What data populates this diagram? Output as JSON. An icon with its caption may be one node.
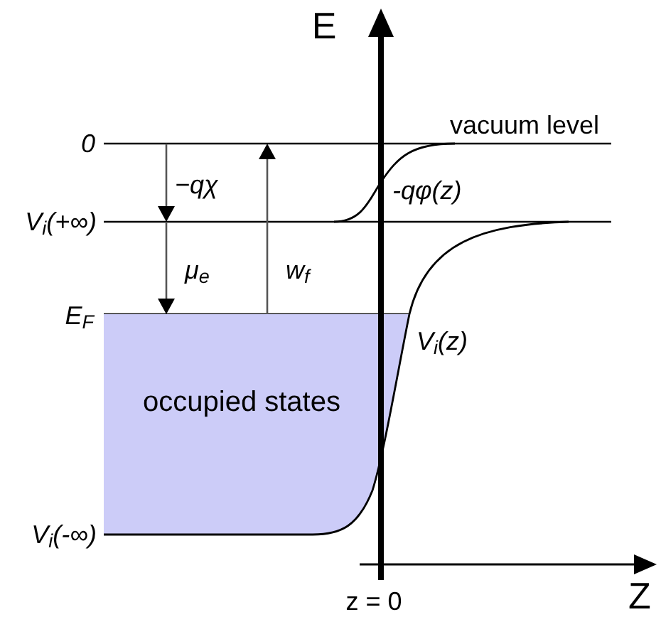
{
  "diagram": {
    "nodes": [
      {
        "text": [
          "occupied states"
        ]
      }
    ],
    "labels": [
      "E",
      "0",
      "vacuum level",
      "−qχ",
      "-qφ(z)",
      "V$_{i}$(+∞)",
      "μ$_{e}$",
      "w$_{f}$",
      "E$_{F}$",
      "V$_{i}$(z)",
      "V$_{i}$(-∞)",
      "z = 0",
      "Z"
    ]
  }
}
